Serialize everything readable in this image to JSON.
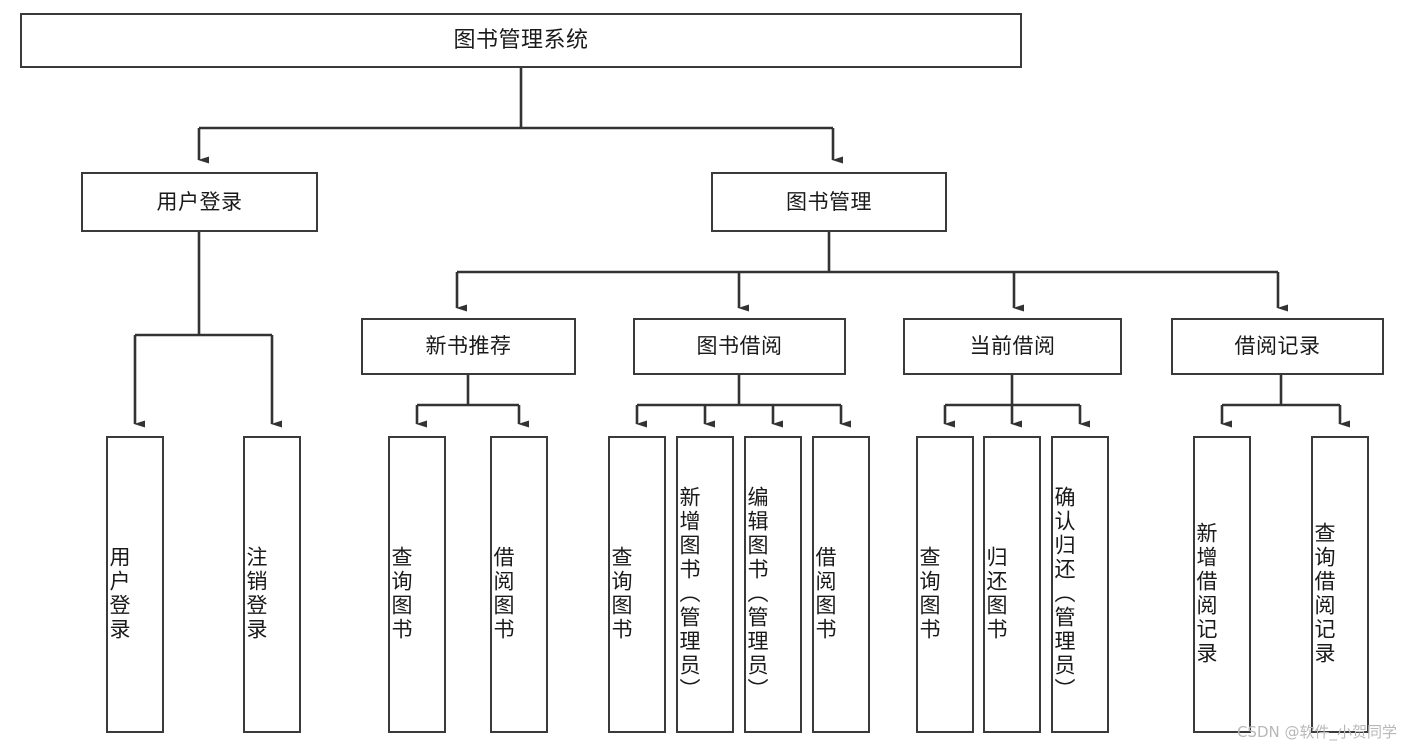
{
  "diagram": {
    "title": "图书管理系统",
    "type": "tree-hierarchy-diagram",
    "watermark": "CSDN @软件_小贺同学",
    "colors": {
      "background": "#ffffff",
      "box_border": "#3a3a3a",
      "edge": "#333333",
      "text": "#1a1a1a",
      "watermark": "#b8b8b8"
    },
    "nodes": {
      "root": {
        "label": "图书管理系统"
      },
      "level2": [
        {
          "id": "user-login",
          "label": "用户登录"
        },
        {
          "id": "book-management",
          "label": "图书管理"
        }
      ],
      "level3": [
        {
          "id": "new-book-recommend",
          "label": "新书推荐"
        },
        {
          "id": "book-borrow",
          "label": "图书借阅"
        },
        {
          "id": "current-borrow",
          "label": "当前借阅"
        },
        {
          "id": "borrow-record",
          "label": "借阅记录"
        }
      ],
      "leaves": {
        "user_login": [
          {
            "id": "leaf-user-login",
            "label": "用户登录"
          },
          {
            "id": "leaf-logout-login",
            "label": "注销登录"
          }
        ],
        "new_book_recommend": [
          {
            "id": "leaf-query-book-1",
            "label": "查询图书"
          },
          {
            "id": "leaf-borrow-book-1",
            "label": "借阅图书"
          }
        ],
        "book_borrow": [
          {
            "id": "leaf-query-book-2",
            "label": "查询图书"
          },
          {
            "id": "leaf-add-book-admin",
            "label": "新增图书（管理员）"
          },
          {
            "id": "leaf-edit-book-admin",
            "label": "编辑图书（管理员）"
          },
          {
            "id": "leaf-borrow-book-2",
            "label": "借阅图书"
          }
        ],
        "current_borrow": [
          {
            "id": "leaf-query-book-3",
            "label": "查询图书"
          },
          {
            "id": "leaf-return-book",
            "label": "归还图书"
          },
          {
            "id": "leaf-confirm-return-admin",
            "label": "确认归还（管理员）"
          }
        ],
        "borrow_record": [
          {
            "id": "leaf-add-borrow-record",
            "label": "新增借阅记录"
          },
          {
            "id": "leaf-query-borrow-record",
            "label": "查询借阅记录"
          }
        ]
      }
    }
  }
}
